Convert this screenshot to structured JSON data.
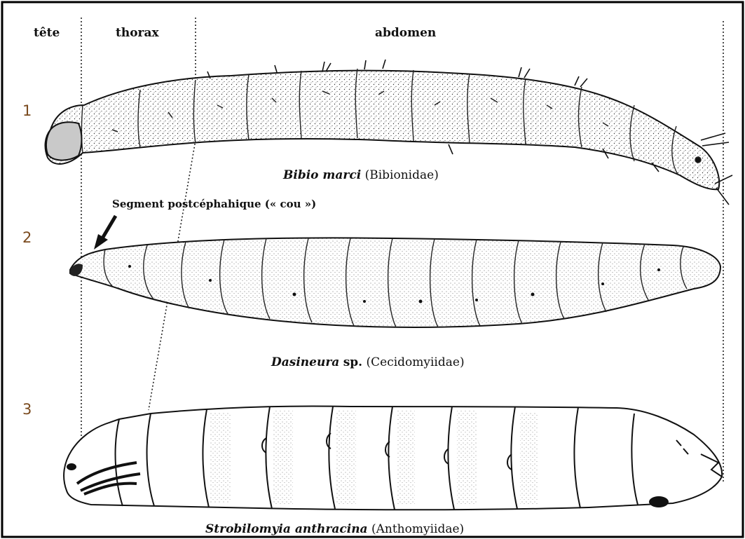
{
  "header": {
    "tete": "tête",
    "thorax": "thorax",
    "abdomen": "abdomen"
  },
  "larvae": [
    {
      "number": "1",
      "genus": "Bibio marci",
      "family": "(Bibionidae)"
    },
    {
      "number": "2",
      "genus": "Dasineura",
      "genus_suffix": "sp.",
      "family": "(Cecidomyiidae)"
    },
    {
      "number": "3",
      "genus": "Strobilomyia anthracina",
      "family": "(Anthomyiidae)"
    }
  ],
  "annotation": {
    "neck_label": "Segment postcéphahique (« cou »)"
  },
  "colors": {
    "number_color": "#7a4a1e",
    "line_color": "#111111"
  }
}
